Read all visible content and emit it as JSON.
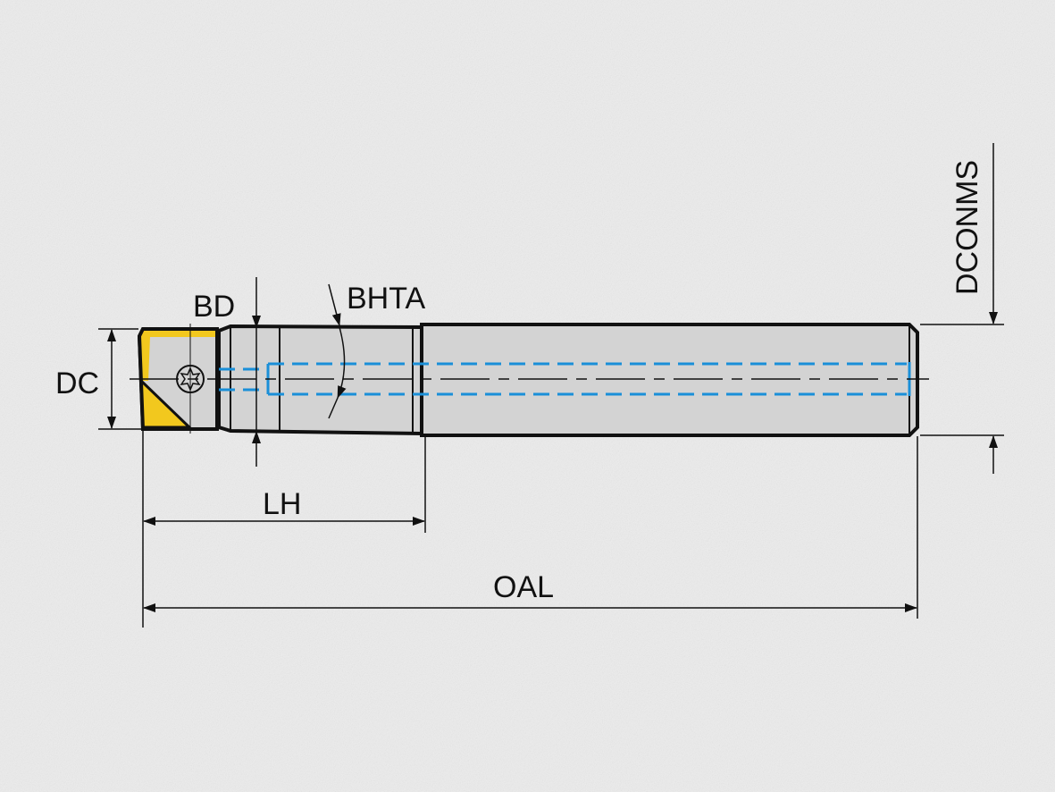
{
  "labels": {
    "dc": "DC",
    "bd": "BD",
    "bhta": "BHTA",
    "lh": "LH",
    "oal": "OAL",
    "dconms": "DCONMS"
  },
  "colors": {
    "background": "#ececec",
    "body": "#d3d3d3",
    "insert": "#f2c81e",
    "coolant": "#1a8fd8",
    "line": "#111111"
  }
}
